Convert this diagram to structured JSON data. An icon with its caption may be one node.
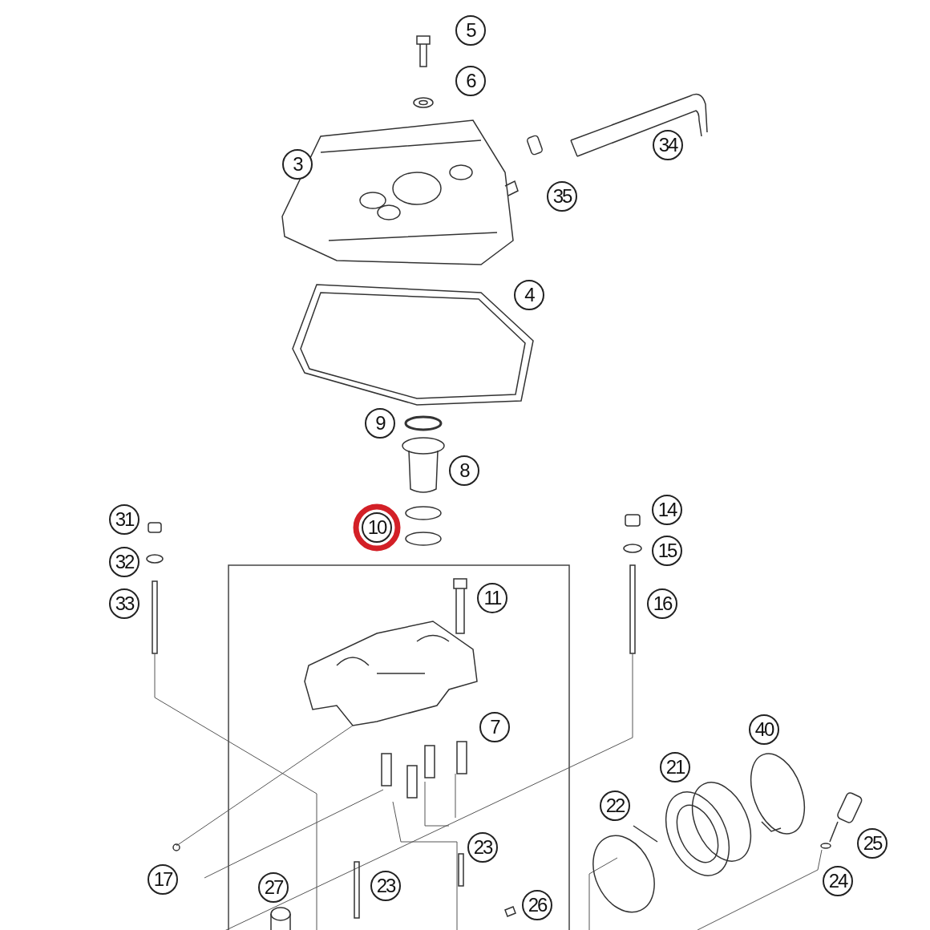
{
  "diagram": {
    "labels": [
      "5",
      "6",
      "34",
      "3",
      "35",
      "4",
      "9",
      "8",
      "14",
      "31",
      "10",
      "15",
      "32",
      "11",
      "33",
      "16",
      "7",
      "40",
      "21",
      "22",
      "23",
      "25",
      "17",
      "24",
      "27",
      "23",
      "26"
    ]
  }
}
